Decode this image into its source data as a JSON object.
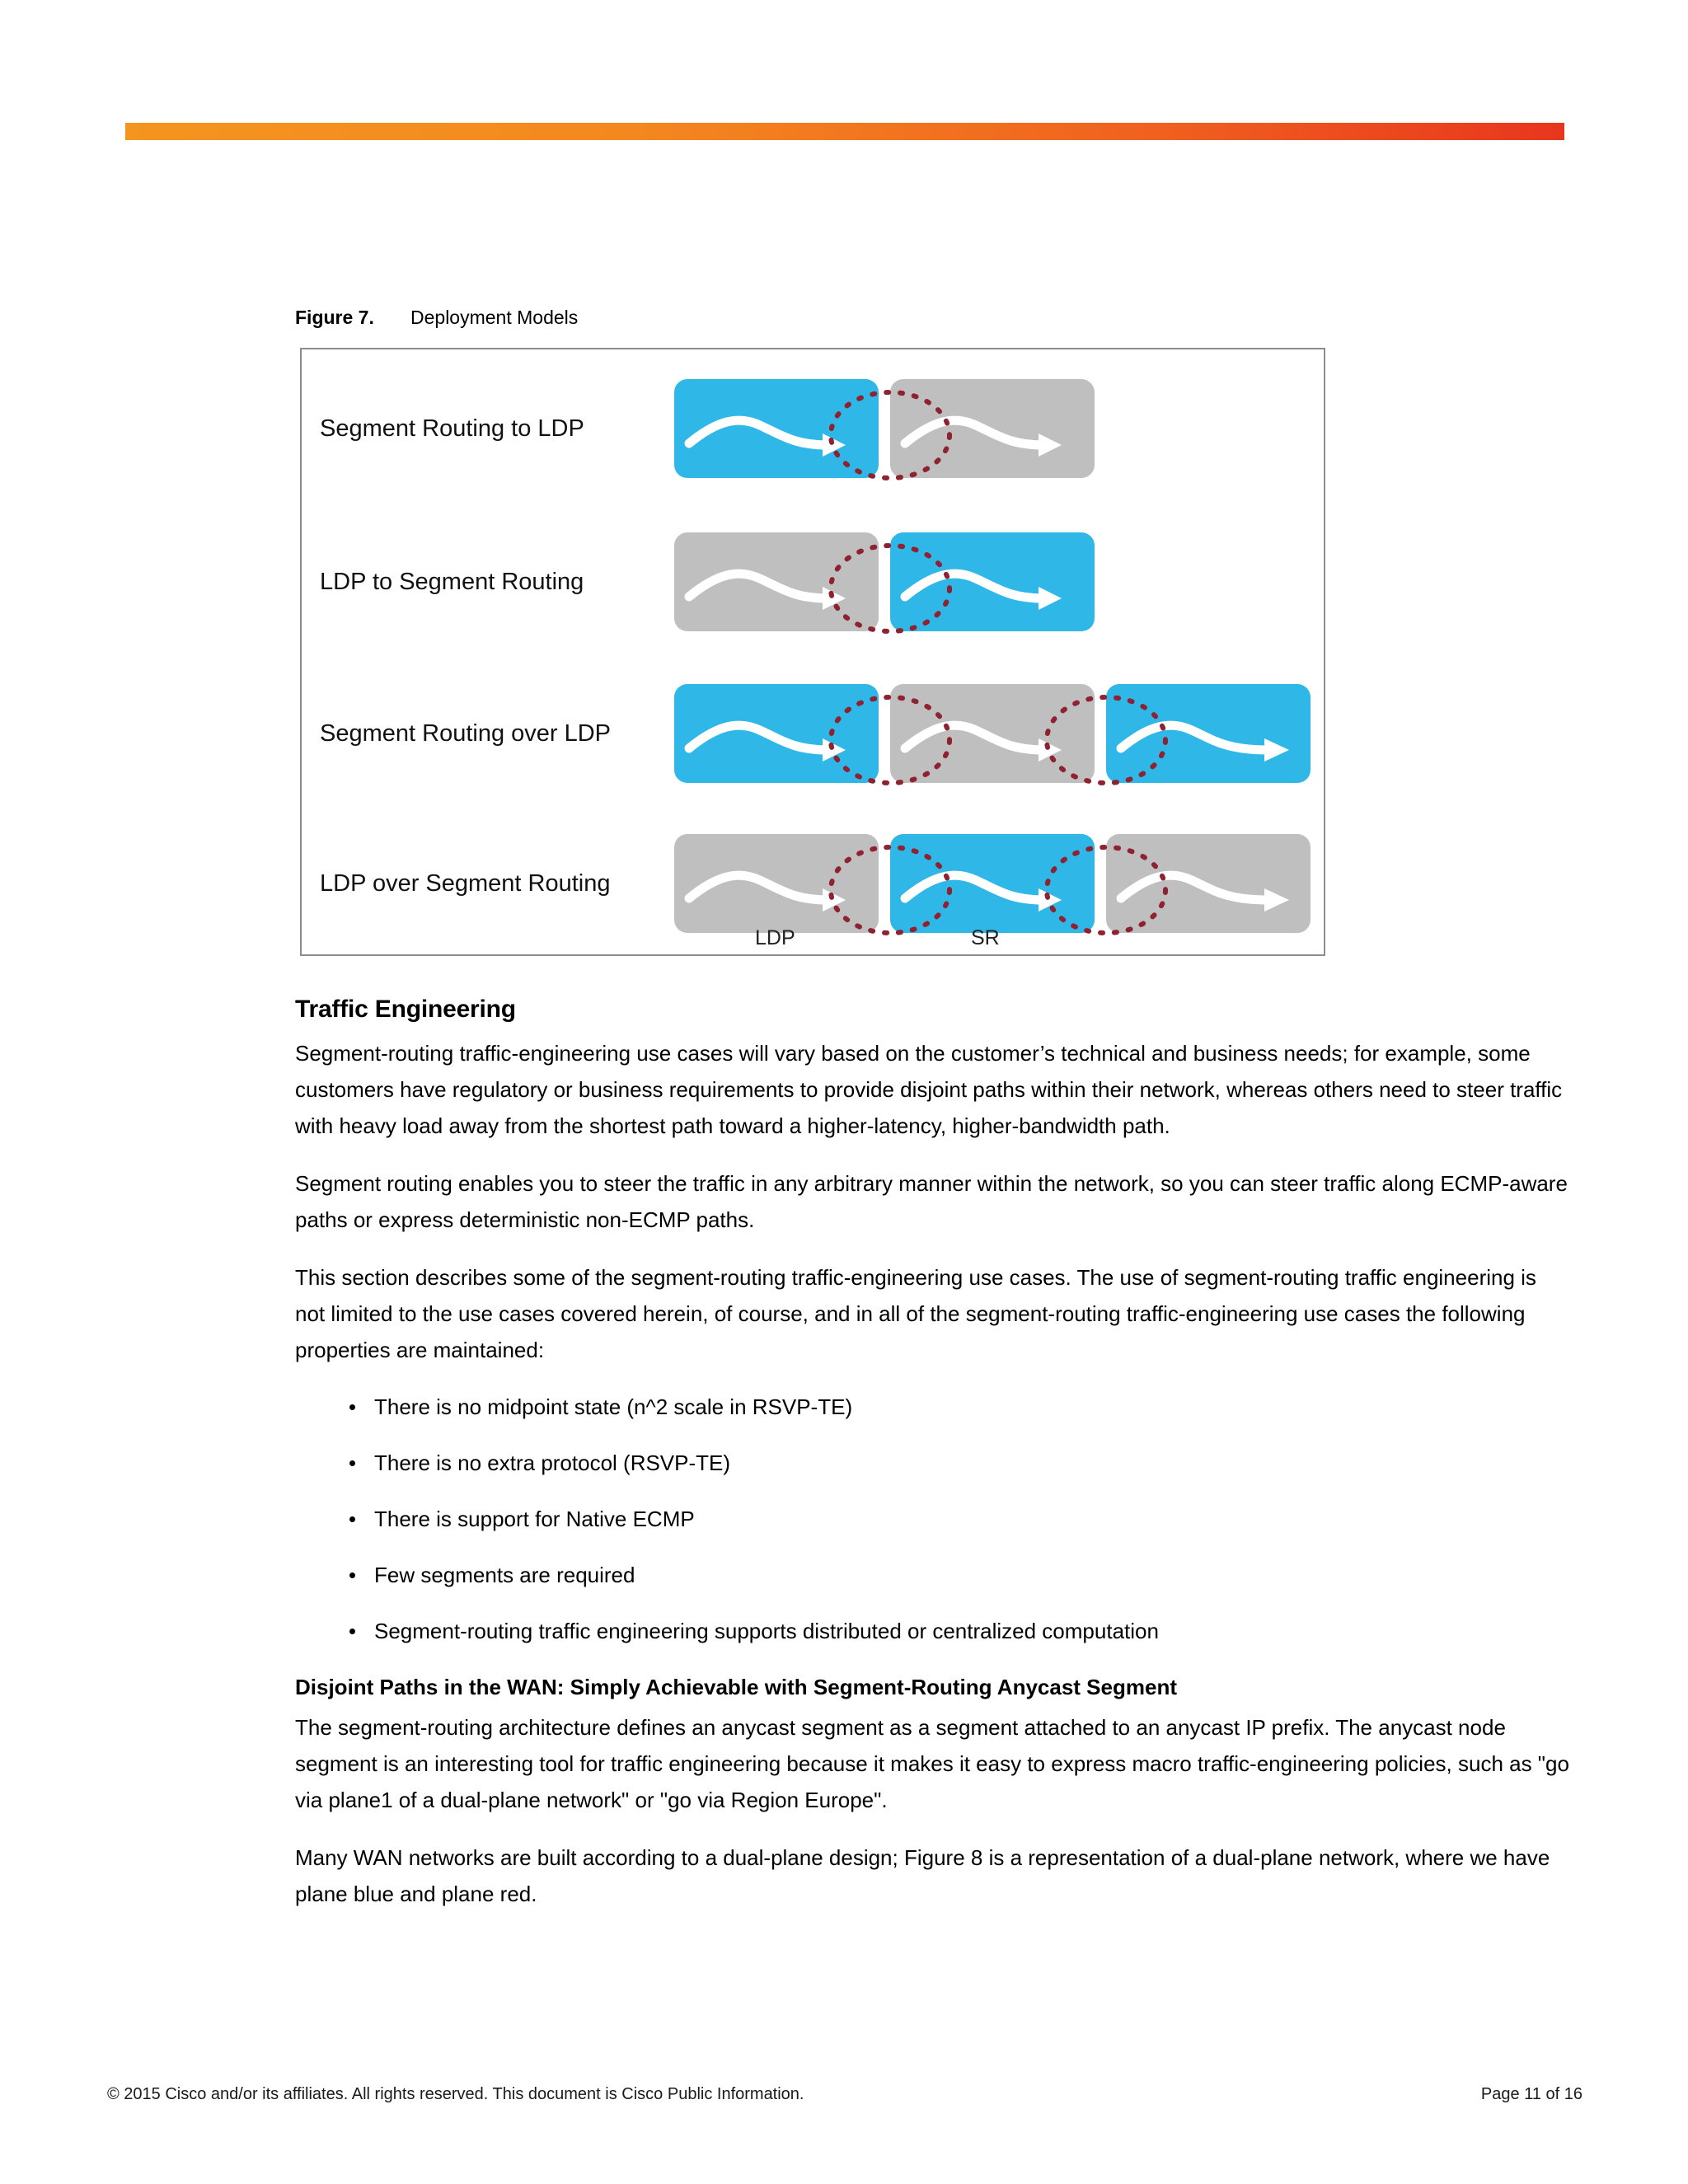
{
  "header": {
    "accent_gradient_start": "#F4951F",
    "accent_gradient_end": "#E8361E"
  },
  "figure": {
    "number_label": "Figure 7.",
    "title": "Deployment Models",
    "colors": {
      "sr_blue": "#2FB7E8",
      "ldp_gray": "#BFBFBF",
      "ellipse_red": "#8E2230",
      "arrow_white": "#FFFFFF",
      "border_gray": "#8C8C8C"
    },
    "rows": [
      {
        "label": "Segment Routing to LDP",
        "nodes": [
          "SR",
          "LDP"
        ]
      },
      {
        "label": "LDP to Segment Routing",
        "nodes": [
          "LDP",
          "SR"
        ]
      },
      {
        "label": "Segment Routing over LDP",
        "nodes": [
          "SR",
          "LDP",
          "SR"
        ]
      },
      {
        "label": "LDP over Segment Routing",
        "nodes": [
          "LDP",
          "SR",
          "LDP"
        ]
      }
    ],
    "legend": {
      "ldp": "LDP",
      "sr": "SR"
    }
  },
  "content": {
    "section_heading": "Traffic Engineering",
    "paragraph_1": "Segment-routing traffic-engineering use cases will vary based on the customer’s technical and business needs; for example, some customers have regulatory or business requirements to provide disjoint paths within their network, whereas others need to steer traffic with heavy load away from the shortest path toward a higher-latency, higher-bandwidth path.",
    "paragraph_2": "Segment routing enables you to steer the traffic in any arbitrary manner within the network, so you can steer traffic along ECMP-aware paths or express deterministic non-ECMP paths.",
    "paragraph_3": "This section describes some of the segment-routing traffic-engineering use cases. The use of segment-routing traffic engineering is not limited to the use cases covered herein, of course, and in all of the segment-routing traffic-engineering use cases the following properties are maintained:",
    "bullets": [
      "There is no midpoint state (n^2 scale in RSVP-TE)",
      "There is no extra protocol (RSVP-TE)",
      "There is support for Native ECMP",
      "Few segments are required",
      "Segment-routing traffic engineering supports distributed or centralized computation"
    ],
    "sub_heading": "Disjoint Paths in the WAN: Simply Achievable with Segment-Routing Anycast Segment",
    "paragraph_4": "The segment-routing architecture defines an anycast segment as a segment attached to an anycast IP prefix. The anycast node segment is an interesting tool for traffic engineering because it makes it easy to express macro traffic-engineering policies, such as \"go via plane1 of a dual-plane network\" or \"go via Region Europe\".",
    "paragraph_5": "Many WAN networks are built according to a dual-plane design; Figure 8 is a representation of a dual-plane network, where we have plane blue and plane red."
  },
  "footer": {
    "copyright": "© 2015 Cisco and/or its affiliates. All rights reserved. This document is Cisco Public Information.",
    "page_number": "Page 11 of 16"
  }
}
